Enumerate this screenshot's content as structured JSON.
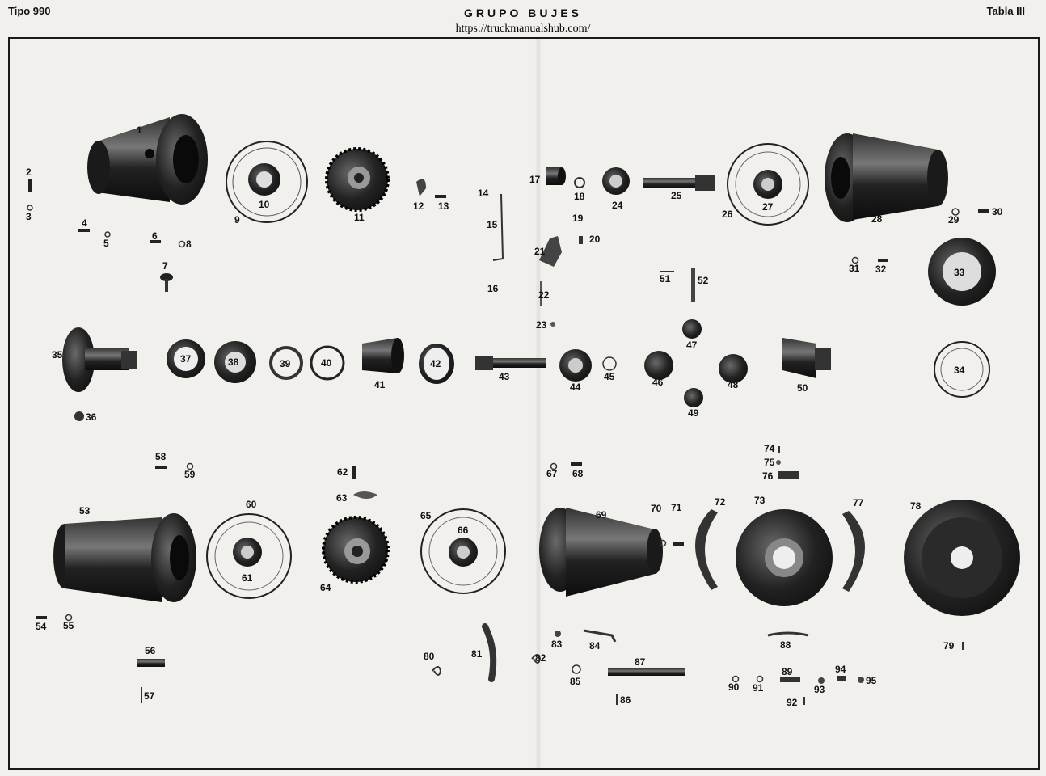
{
  "header": {
    "left": "Tipo 990",
    "center": "GRUPO BUJES",
    "right": "Tabla III",
    "url": "https://truckmanualshub.com/"
  },
  "callouts": [
    "1",
    "2",
    "3",
    "4",
    "5",
    "6",
    "7",
    "8",
    "9",
    "10",
    "11",
    "12",
    "13",
    "14",
    "15",
    "16",
    "17",
    "18",
    "19",
    "20",
    "21",
    "22",
    "23",
    "24",
    "25",
    "26",
    "27",
    "28",
    "29",
    "30",
    "31",
    "32",
    "33",
    "34",
    "35",
    "36",
    "37",
    "38",
    "39",
    "40",
    "41",
    "42",
    "43",
    "44",
    "45",
    "46",
    "47",
    "48",
    "49",
    "50",
    "51",
    "52",
    "53",
    "54",
    "55",
    "56",
    "57",
    "58",
    "59",
    "60",
    "61",
    "62",
    "63",
    "64",
    "65",
    "66",
    "67",
    "68",
    "69",
    "70",
    "71",
    "72",
    "73",
    "74",
    "75",
    "76",
    "77",
    "78",
    "79",
    "80",
    "81",
    "82",
    "83",
    "84",
    "85",
    "86",
    "87",
    "88",
    "89",
    "90",
    "91",
    "92",
    "93",
    "94",
    "95"
  ],
  "colors": {
    "ink": "#111111",
    "paper": "#f1f0ec",
    "part_dark": "#1e1e1e",
    "part_mid": "#555555"
  }
}
